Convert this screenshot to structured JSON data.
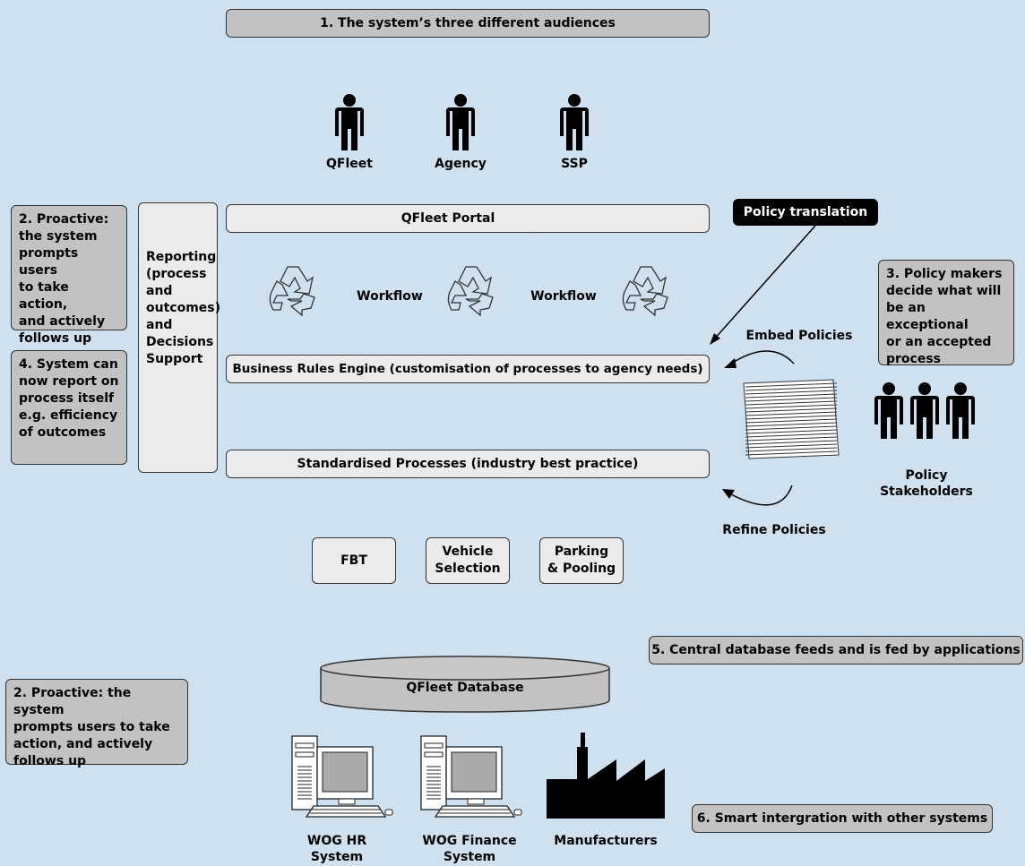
{
  "colors": {
    "background": "#cfe1ee",
    "box_dark": "#c2c2c2",
    "box_light": "#ebebeb",
    "black": "#000000"
  },
  "sections": {
    "audiences_title": "1. The system’s three different audiences",
    "proactive_top": "2. Proactive:\nthe system\nprompts users\nto take action,\nand actively\nfollows up",
    "reporting_sidebar": "Reporting\n(process\nand\noutcomes)\nand\nDecisions\nSupport",
    "system_report": "4. System can\nnow report on\nprocess itself\ne.g. efficiency\nof outcomes",
    "policy_makers": "3. Policy makers\ndecide what will\nbe an exceptional\nor an accepted\nprocess",
    "central_database": "5. Central database feeds and is fed by applications",
    "proactive_bottom": "2. Proactive: the system\nprompts users to take\naction, and actively\nfollows up",
    "smart_integration": "6. Smart intergration with other systems"
  },
  "audiences": [
    {
      "label": "QFleet",
      "icon": "person-icon"
    },
    {
      "label": "Agency",
      "icon": "person-icon"
    },
    {
      "label": "SSP",
      "icon": "person-icon"
    }
  ],
  "layers": {
    "portal": "QFleet Portal",
    "business_rules": "Business Rules Engine (customisation of processes to agency needs)",
    "standardised": "Standardised Processes (industry best practice)"
  },
  "workflow": {
    "labels": [
      "Workflow",
      "Workflow"
    ],
    "icon": "recycle-icon"
  },
  "policy": {
    "translation": "Policy translation",
    "embed": "Embed Policies",
    "refine": "Refine Policies",
    "stakeholders": "Policy\nStakeholders"
  },
  "applications": [
    "FBT",
    "Vehicle\nSelection",
    "Parking\n& Pooling"
  ],
  "database": {
    "label": "QFleet Database"
  },
  "systems": [
    {
      "label": "WOG HR\nSystem",
      "icon": "computer-icon"
    },
    {
      "label": "WOG Finance\nSystem",
      "icon": "computer-icon"
    },
    {
      "label": "Manufacturers",
      "icon": "factory-icon"
    }
  ]
}
